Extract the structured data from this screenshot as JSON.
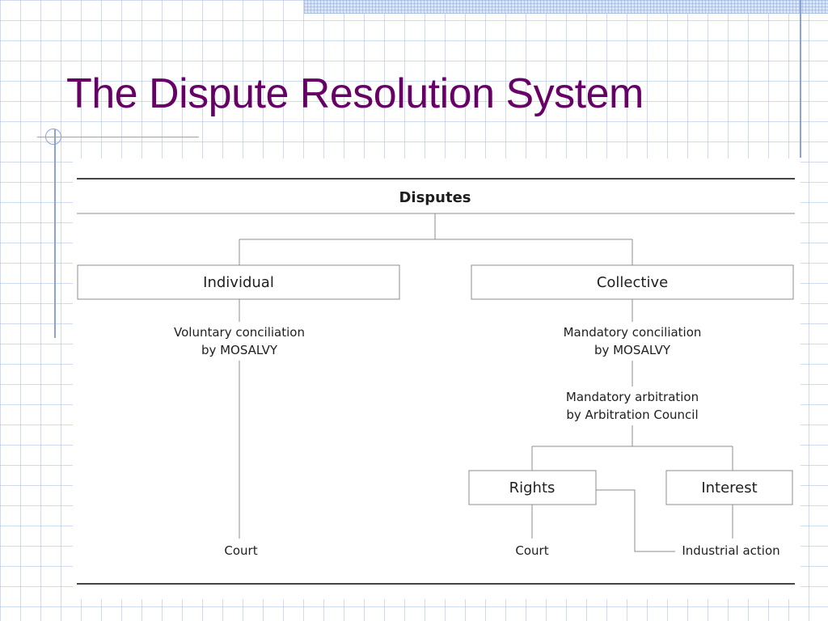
{
  "slide": {
    "title": "The Dispute Resolution System"
  },
  "diagram": {
    "root": "Disputes",
    "individual": {
      "label": "Individual",
      "step1_line1": "Voluntary conciliation",
      "step1_line2": "by MOSALVY",
      "outcome": "Court"
    },
    "collective": {
      "label": "Collective",
      "step1_line1": "Mandatory conciliation",
      "step1_line2": "by MOSALVY",
      "step2_line1": "Mandatory arbitration",
      "step2_line2": "by Arbitration Council",
      "rights": {
        "label": "Rights",
        "outcome": "Court"
      },
      "interest": {
        "label": "Interest",
        "outcome": "Industrial action"
      }
    }
  },
  "colors": {
    "title": "#660066",
    "grid": "#a8bede",
    "accent_lines": "#8aa3d6",
    "diagram_lines": "#8c8c8c",
    "diagram_text": "#1e1e1e"
  }
}
